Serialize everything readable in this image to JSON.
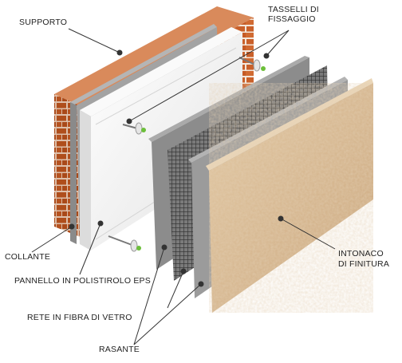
{
  "diagram": {
    "labels": {
      "supporto": "SUPPORTO",
      "tasselli_line1": "TASSELLI DI",
      "tasselli_line2": "FISSAGGIO",
      "collante": "COLLANTE",
      "pannello": "PANNELLO IN POLISTIROLO EPS",
      "rete": "RETE IN FIBRA DI VETRO",
      "rasante": "RASANTE",
      "intonaco_line1": "INTONACO",
      "intonaco_line2": "DI FINITURA"
    },
    "layers": [
      {
        "name": "brick-wall",
        "color": "#c8612a"
      },
      {
        "name": "adhesive",
        "color": "#9a9a9a"
      },
      {
        "name": "eps-panel",
        "color": "#f1f1f1"
      },
      {
        "name": "base-coat",
        "color": "#8c8c8c"
      },
      {
        "name": "fiberglass-mesh",
        "color": "#5e5e5e"
      },
      {
        "name": "base-coat-2",
        "color": "#9b9b9b"
      },
      {
        "name": "finishing-plaster",
        "color": "#d8b991"
      }
    ],
    "colors": {
      "leader": "#333333",
      "anchor_tip": "#6cbf3a"
    }
  }
}
